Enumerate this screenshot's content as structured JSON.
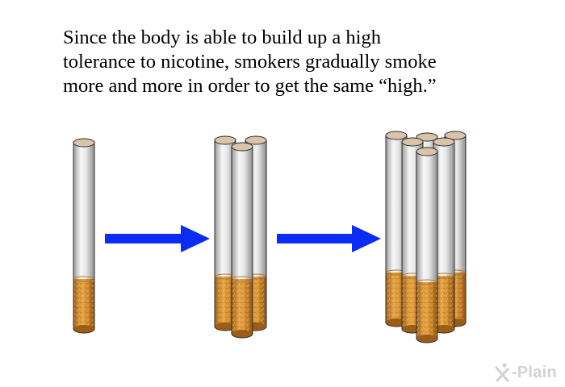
{
  "caption": {
    "lines": [
      "Since the body is able to build up a high",
      "tolerance to nicotine, smokers gradually smoke",
      "more and more in order to get the same “high.”"
    ]
  },
  "diagram": {
    "groups": [
      {
        "name": "one-cigarette",
        "count": 1
      },
      {
        "name": "three-cigarettes",
        "count": 3
      },
      {
        "name": "six-cigarettes",
        "count": 6
      }
    ],
    "arrow_color": "#0a2cf5",
    "paper_color": "#ececec",
    "filter_color": "#d18a2a"
  },
  "logo": {
    "text": "-Plain",
    "icon": "xplain-figure-icon",
    "color": "#d3d3d3"
  }
}
